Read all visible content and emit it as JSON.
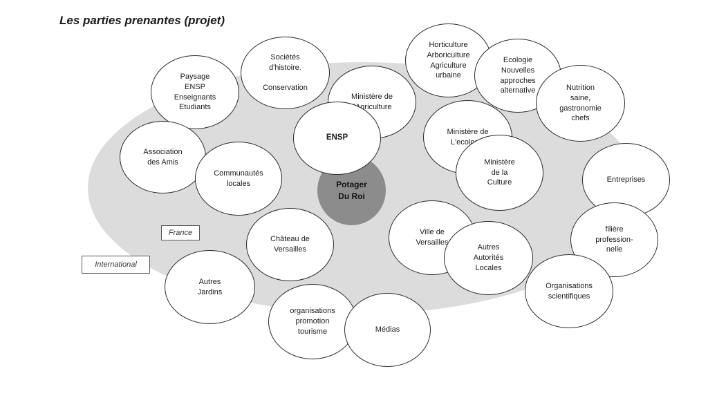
{
  "title": "Les parties prenantes (projet)",
  "scopes": {
    "france": "France",
    "international": "International"
  },
  "colors": {
    "inner_zone": "#dcdcdc",
    "core": "#8c8c8c",
    "node_fill": "#ffffff",
    "node_border": "#2a2a2a"
  },
  "core": {
    "label": "Potager\nDu Roi"
  },
  "nodes": [
    {
      "id": "paysage",
      "label": "Paysage\nENSP\nEnseignants\nEtudiants"
    },
    {
      "id": "societes",
      "label": "Sociétés\nd'histoire.\n\nConservation"
    },
    {
      "id": "ministere-agriculture",
      "label": "Ministère de\nl'Agriculture"
    },
    {
      "id": "horticulture",
      "label": "Horticulture\nArboriculture\nAgriculture\nurbaine"
    },
    {
      "id": "ecologie",
      "label": "Ecologie\nNouvelles\napproches\nalternative"
    },
    {
      "id": "nutrition",
      "label": "Nutrition\nsaine,\ngastronomie\nchefs"
    },
    {
      "id": "association",
      "label": "Association\ndes Amis"
    },
    {
      "id": "communautes",
      "label": "Communautés\nlocales"
    },
    {
      "id": "ensp",
      "label": "ENSP"
    },
    {
      "id": "ministere-ecologie",
      "label": "Ministère de\nL'ecologie"
    },
    {
      "id": "ministere-culture",
      "label": "Ministère\nde la\nCulture"
    },
    {
      "id": "entreprises",
      "label": "Entreprises"
    },
    {
      "id": "filiere",
      "label": "filière\nprofession-\nnelle"
    },
    {
      "id": "chateau",
      "label": "Château de\nVersailles"
    },
    {
      "id": "ville",
      "label": "Ville de\nVersailles"
    },
    {
      "id": "autres-autorites",
      "label": "Autres\nAutorités\nLocales"
    },
    {
      "id": "autres-jardins",
      "label": "Autres\nJardins"
    },
    {
      "id": "organisations-scientifiques",
      "label": "Organisations\nscientifiques"
    },
    {
      "id": "organisations-tourisme",
      "label": "organisations\npromotion\ntourisme"
    },
    {
      "id": "medias",
      "label": "Médias"
    }
  ]
}
